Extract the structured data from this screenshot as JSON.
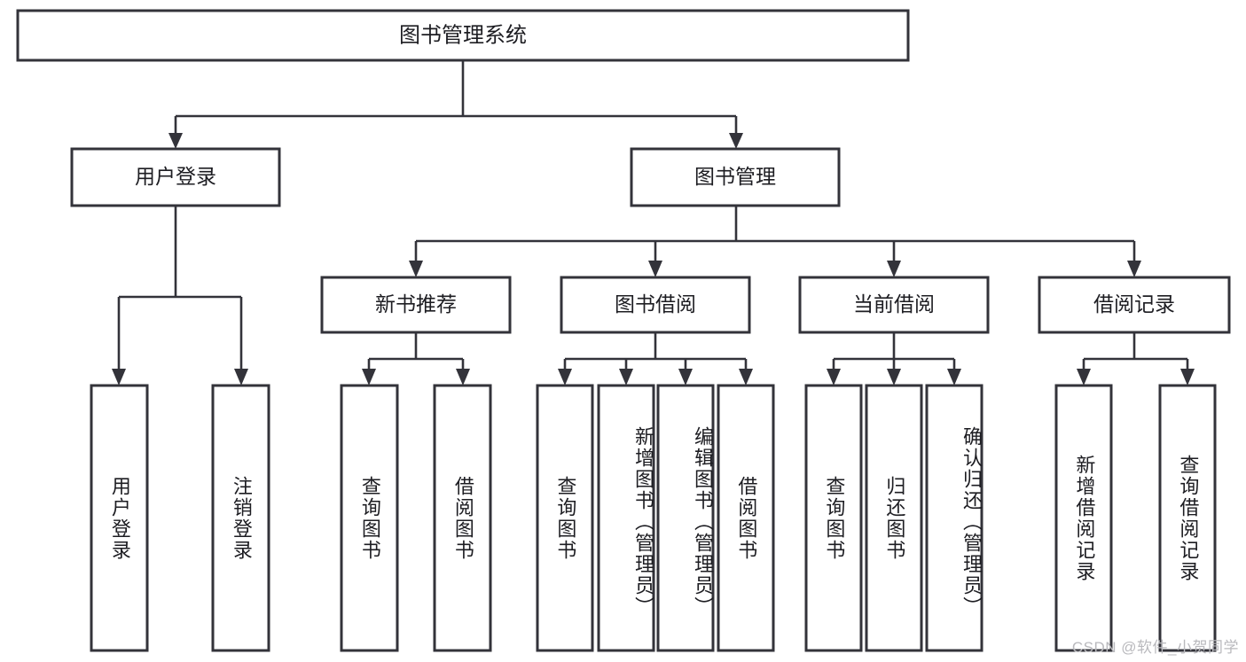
{
  "diagram": {
    "type": "tree-hierarchy",
    "title": "图书管理系统",
    "orientation": "top-down",
    "colors": {
      "box_stroke": "#33333a",
      "box_fill": "#ffffff",
      "line": "#33333a",
      "text": "#1d1d22",
      "watermark": "#b9b9bd",
      "background": "#ffffff"
    },
    "root": {
      "id": "root",
      "label": "图书管理系统"
    },
    "level2": [
      {
        "id": "user-login",
        "label": "用户登录"
      },
      {
        "id": "book-manage",
        "label": "图书管理"
      }
    ],
    "level3": [
      {
        "id": "new-book-recommend",
        "label": "新书推荐",
        "parent": "book-manage"
      },
      {
        "id": "book-borrow",
        "label": "图书借阅",
        "parent": "book-manage"
      },
      {
        "id": "current-borrow",
        "label": "当前借阅",
        "parent": "book-manage"
      },
      {
        "id": "borrow-record",
        "label": "借阅记录",
        "parent": "book-manage"
      }
    ],
    "leaves": [
      {
        "id": "leaf-user-login",
        "label": "用户登录",
        "parent": "user-login"
      },
      {
        "id": "leaf-user-logout",
        "label": "注销登录",
        "parent": "user-login"
      },
      {
        "id": "leaf-query-book-1",
        "label": "查询图书",
        "parent": "new-book-recommend"
      },
      {
        "id": "leaf-borrow-book-1",
        "label": "借阅图书",
        "parent": "new-book-recommend"
      },
      {
        "id": "leaf-query-book-2",
        "label": "查询图书",
        "parent": "book-borrow"
      },
      {
        "id": "leaf-add-book",
        "label": "新增图书（管理员）",
        "parent": "book-borrow"
      },
      {
        "id": "leaf-edit-book",
        "label": "编辑图书（管理员）",
        "parent": "book-borrow"
      },
      {
        "id": "leaf-borrow-book-2",
        "label": "借阅图书",
        "parent": "book-borrow"
      },
      {
        "id": "leaf-query-book-3",
        "label": "查询图书",
        "parent": "current-borrow"
      },
      {
        "id": "leaf-return-book",
        "label": "归还图书",
        "parent": "current-borrow"
      },
      {
        "id": "leaf-confirm-return",
        "label": "确认归还（管理员）",
        "parent": "current-borrow"
      },
      {
        "id": "leaf-add-record",
        "label": "新增借阅记录",
        "parent": "borrow-record"
      },
      {
        "id": "leaf-query-record",
        "label": "查询借阅记录",
        "parent": "borrow-record"
      }
    ]
  },
  "watermark": {
    "text": "CSDN @软件_小贺同学"
  }
}
